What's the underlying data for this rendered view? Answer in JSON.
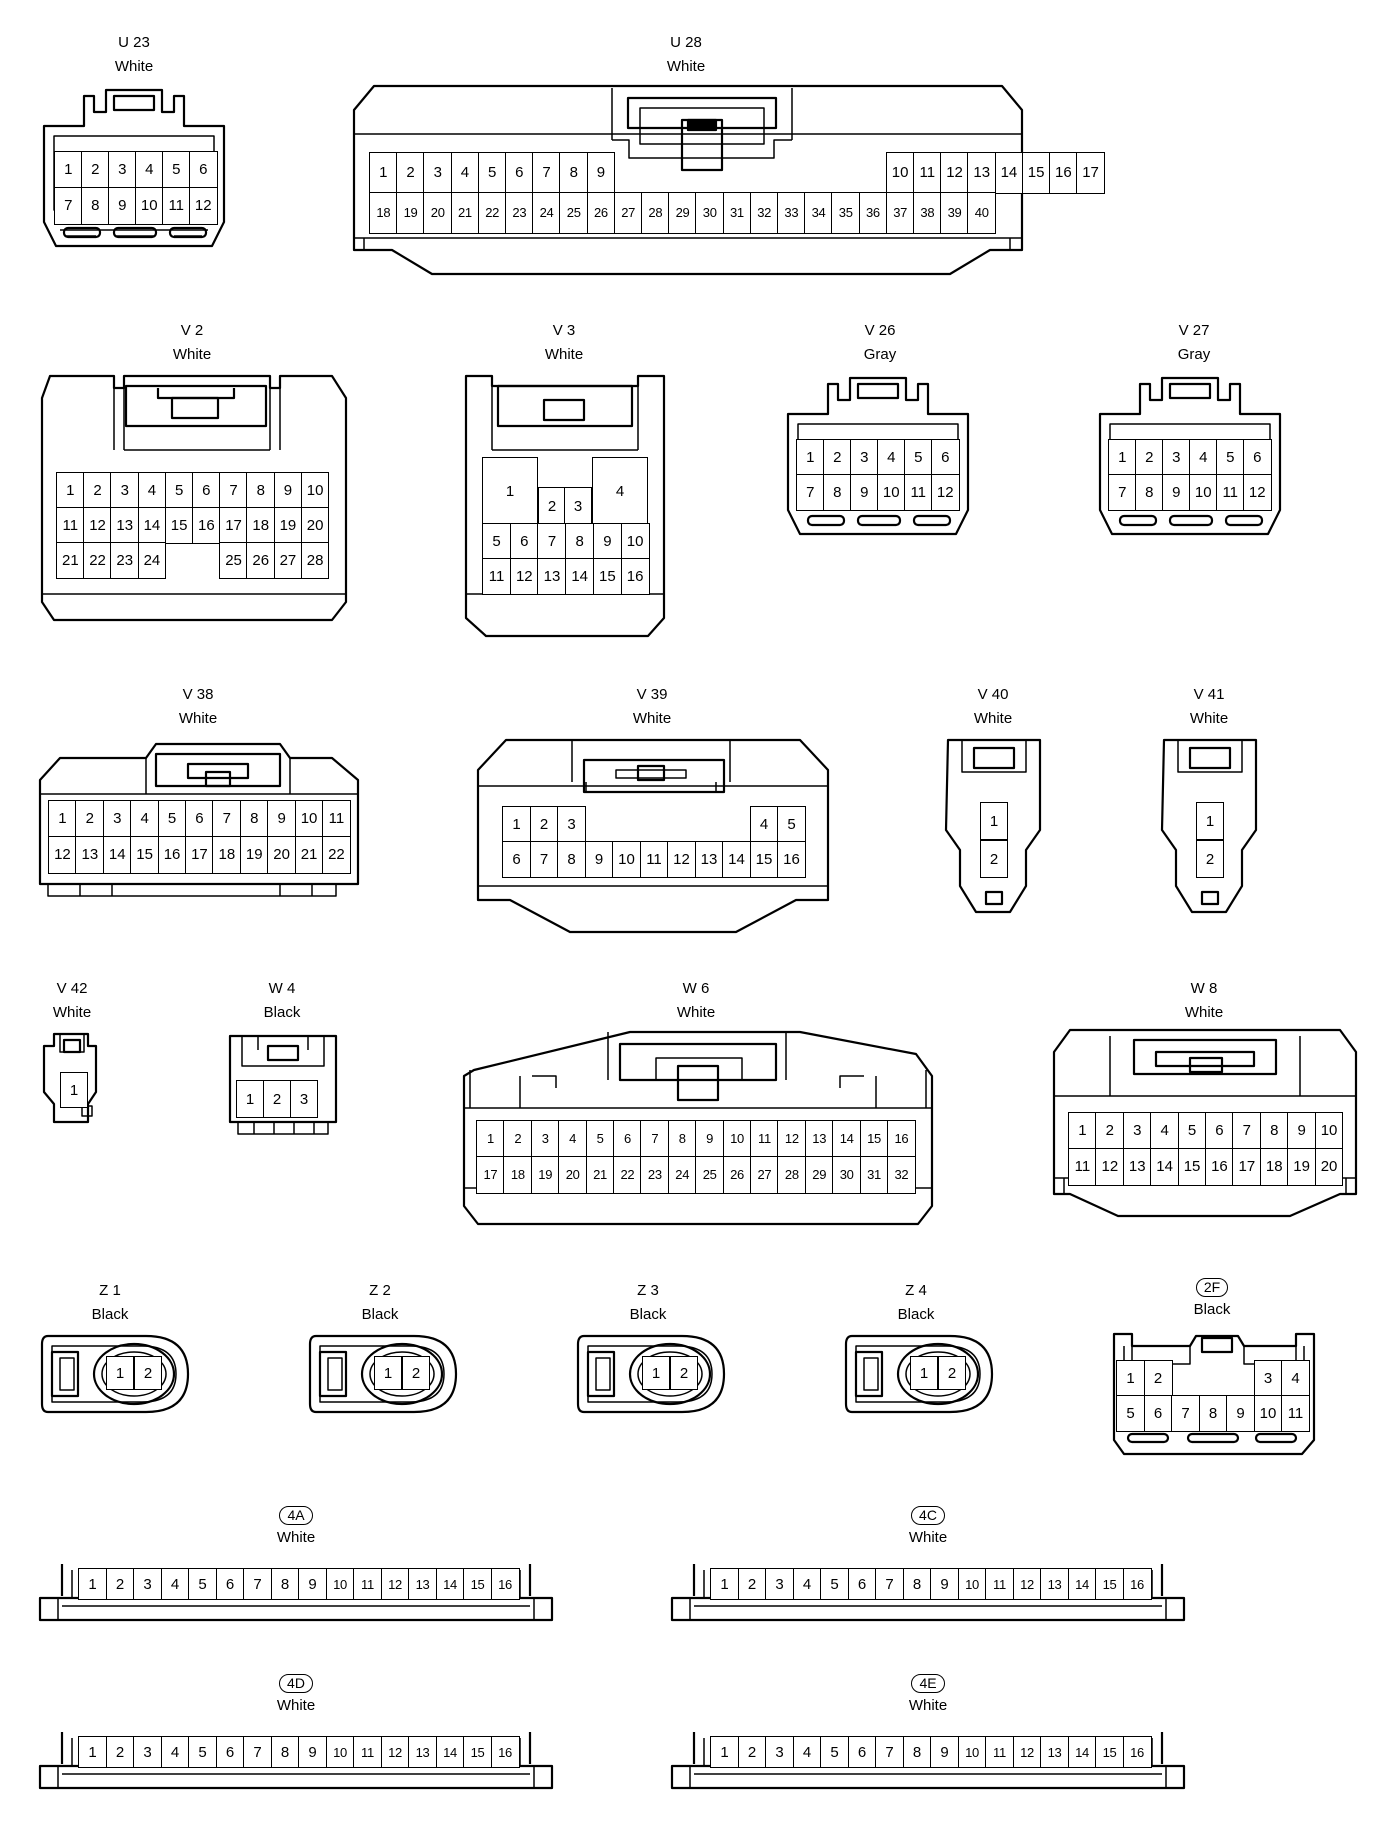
{
  "connectors": [
    {
      "id": "u23",
      "code": "U 23",
      "color": "White",
      "rows": [
        [
          "1",
          "2",
          "3",
          "4",
          "5",
          "6"
        ],
        [
          "7",
          "8",
          "9",
          "10",
          "11",
          "12"
        ]
      ]
    },
    {
      "id": "u28",
      "code": "U 28",
      "color": "White",
      "rows": [
        [
          "1",
          "2",
          "3",
          "4",
          "5",
          "6",
          "7",
          "8",
          "9",
          "",
          "",
          "",
          "",
          "",
          "",
          "",
          "",
          "",
          "",
          "10",
          "11",
          "12",
          "13",
          "14",
          "15",
          "16",
          "17"
        ],
        [
          "18",
          "19",
          "20",
          "21",
          "22",
          "23",
          "24",
          "25",
          "26",
          "27",
          "28",
          "29",
          "30",
          "31",
          "32",
          "33",
          "34",
          "35",
          "36",
          "37",
          "38",
          "39",
          "40"
        ]
      ]
    },
    {
      "id": "v2",
      "code": "V 2",
      "color": "White",
      "rows": [
        [
          "1",
          "2",
          "3",
          "4",
          "5",
          "6",
          "7",
          "8",
          "9",
          "10"
        ],
        [
          "11",
          "12",
          "13",
          "14",
          "15",
          "16",
          "17",
          "18",
          "19",
          "20"
        ],
        [
          "21",
          "22",
          "23",
          "24",
          "",
          "",
          "25",
          "26",
          "27",
          "28"
        ]
      ]
    },
    {
      "id": "v3",
      "code": "V 3",
      "color": "White",
      "big": [
        "1",
        "4"
      ],
      "mid": [
        "2",
        "3"
      ],
      "rows": [
        [
          "5",
          "6",
          "7",
          "8",
          "9",
          "10"
        ],
        [
          "11",
          "12",
          "13",
          "14",
          "15",
          "16"
        ]
      ]
    },
    {
      "id": "v26",
      "code": "V 26",
      "color": "Gray",
      "rows": [
        [
          "1",
          "2",
          "3",
          "4",
          "5",
          "6"
        ],
        [
          "7",
          "8",
          "9",
          "10",
          "11",
          "12"
        ]
      ]
    },
    {
      "id": "v27",
      "code": "V 27",
      "color": "Gray",
      "rows": [
        [
          "1",
          "2",
          "3",
          "4",
          "5",
          "6"
        ],
        [
          "7",
          "8",
          "9",
          "10",
          "11",
          "12"
        ]
      ]
    },
    {
      "id": "v38",
      "code": "V 38",
      "color": "White",
      "rows": [
        [
          "1",
          "2",
          "3",
          "4",
          "5",
          "6",
          "7",
          "8",
          "9",
          "10",
          "11"
        ],
        [
          "12",
          "13",
          "14",
          "15",
          "16",
          "17",
          "18",
          "19",
          "20",
          "21",
          "22"
        ]
      ]
    },
    {
      "id": "v39",
      "code": "V 39",
      "color": "White",
      "rows": [
        [
          "1",
          "2",
          "3",
          "",
          "",
          "",
          "",
          "",
          "",
          "4",
          "5"
        ],
        [
          "6",
          "7",
          "8",
          "9",
          "10",
          "11",
          "12",
          "13",
          "14",
          "15",
          "16"
        ]
      ]
    },
    {
      "id": "v40",
      "code": "V 40",
      "color": "White",
      "pins": [
        "1",
        "2"
      ]
    },
    {
      "id": "v41",
      "code": "V 41",
      "color": "White",
      "pins": [
        "1",
        "2"
      ]
    },
    {
      "id": "v42",
      "code": "V 42",
      "color": "White",
      "pins": [
        "1"
      ]
    },
    {
      "id": "w4",
      "code": "W 4",
      "color": "Black",
      "pins": [
        "1",
        "2",
        "3"
      ]
    },
    {
      "id": "w6",
      "code": "W 6",
      "color": "White",
      "rows": [
        [
          "1",
          "2",
          "3",
          "4",
          "5",
          "6",
          "7",
          "8",
          "9",
          "10",
          "11",
          "12",
          "13",
          "14",
          "15",
          "16"
        ],
        [
          "17",
          "18",
          "19",
          "20",
          "21",
          "22",
          "23",
          "24",
          "25",
          "26",
          "27",
          "28",
          "29",
          "30",
          "31",
          "32"
        ]
      ]
    },
    {
      "id": "w8",
      "code": "W 8",
      "color": "White",
      "rows": [
        [
          "1",
          "2",
          "3",
          "4",
          "5",
          "6",
          "7",
          "8",
          "9",
          "10"
        ],
        [
          "11",
          "12",
          "13",
          "14",
          "15",
          "16",
          "17",
          "18",
          "19",
          "20"
        ]
      ]
    },
    {
      "id": "z1",
      "code": "Z 1",
      "color": "Black",
      "pins": [
        "1",
        "2"
      ]
    },
    {
      "id": "z2",
      "code": "Z 2",
      "color": "Black",
      "pins": [
        "1",
        "2"
      ]
    },
    {
      "id": "z3",
      "code": "Z 3",
      "color": "Black",
      "pins": [
        "1",
        "2"
      ]
    },
    {
      "id": "z4",
      "code": "Z 4",
      "color": "Black",
      "pins": [
        "1",
        "2"
      ]
    },
    {
      "id": "c2f",
      "code": "2F",
      "color": "Black",
      "rows": [
        [
          "1",
          "2",
          "",
          "",
          "",
          "3",
          "4"
        ],
        [
          "5",
          "6",
          "7",
          "8",
          "9",
          "10",
          "11"
        ]
      ]
    },
    {
      "id": "c4a",
      "code": "4A",
      "color": "White",
      "pins": [
        "1",
        "2",
        "3",
        "4",
        "5",
        "6",
        "7",
        "8",
        "9",
        "10",
        "11",
        "12",
        "13",
        "14",
        "15",
        "16"
      ]
    },
    {
      "id": "c4c",
      "code": "4C",
      "color": "White",
      "pins": [
        "1",
        "2",
        "3",
        "4",
        "5",
        "6",
        "7",
        "8",
        "9",
        "10",
        "11",
        "12",
        "13",
        "14",
        "15",
        "16"
      ]
    },
    {
      "id": "c4d",
      "code": "4D",
      "color": "White",
      "pins": [
        "1",
        "2",
        "3",
        "4",
        "5",
        "6",
        "7",
        "8",
        "9",
        "10",
        "11",
        "12",
        "13",
        "14",
        "15",
        "16"
      ]
    },
    {
      "id": "c4e",
      "code": "4E",
      "color": "White",
      "pins": [
        "1",
        "2",
        "3",
        "4",
        "5",
        "6",
        "7",
        "8",
        "9",
        "10",
        "11",
        "12",
        "13",
        "14",
        "15",
        "16"
      ]
    }
  ]
}
